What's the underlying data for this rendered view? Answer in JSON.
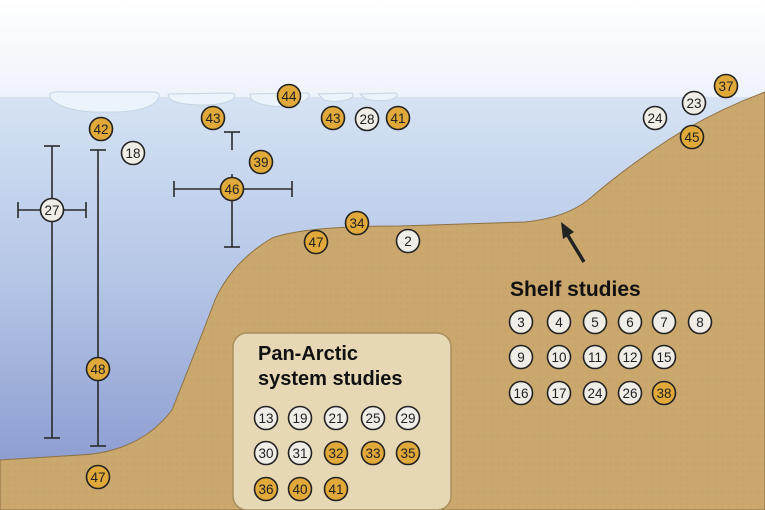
{
  "colors": {
    "marker_highlight": "#E0A93A",
    "marker_plain": "#EFEDE6",
    "marker_outline": "#222222",
    "seabed": "#C9A76D",
    "ice": "#EAF4FA",
    "panel": "#E6D7B5"
  },
  "labels": {
    "shelf": "Shelf studies",
    "pan_arctic_line1": "Pan-Arctic",
    "pan_arctic_line2": "system studies"
  },
  "markers": {
    "surface": [
      {
        "n": "42",
        "highlight": true
      },
      {
        "n": "18",
        "highlight": false
      },
      {
        "n": "27",
        "highlight": false
      },
      {
        "n": "48",
        "highlight": true
      },
      {
        "n": "47",
        "highlight": true
      },
      {
        "n": "43",
        "highlight": true
      },
      {
        "n": "39",
        "highlight": true
      },
      {
        "n": "46",
        "highlight": true
      },
      {
        "n": "44",
        "highlight": true
      },
      {
        "n": "43",
        "highlight": true
      },
      {
        "n": "28",
        "highlight": false
      },
      {
        "n": "41",
        "highlight": true
      },
      {
        "n": "34",
        "highlight": true
      },
      {
        "n": "47",
        "highlight": true
      },
      {
        "n": "2",
        "highlight": false
      },
      {
        "n": "24",
        "highlight": false
      },
      {
        "n": "23",
        "highlight": false
      },
      {
        "n": "37",
        "highlight": true
      },
      {
        "n": "45",
        "highlight": true
      }
    ],
    "shelf": [
      {
        "n": "3",
        "highlight": false
      },
      {
        "n": "4",
        "highlight": false
      },
      {
        "n": "5",
        "highlight": false
      },
      {
        "n": "6",
        "highlight": false
      },
      {
        "n": "7",
        "highlight": false
      },
      {
        "n": "8",
        "highlight": false
      },
      {
        "n": "9",
        "highlight": false
      },
      {
        "n": "10",
        "highlight": false
      },
      {
        "n": "11",
        "highlight": false
      },
      {
        "n": "12",
        "highlight": false
      },
      {
        "n": "15",
        "highlight": false
      },
      {
        "n": "16",
        "highlight": false
      },
      {
        "n": "17",
        "highlight": false
      },
      {
        "n": "24",
        "highlight": false
      },
      {
        "n": "26",
        "highlight": false
      },
      {
        "n": "38",
        "highlight": true
      }
    ],
    "pan_arctic": [
      {
        "n": "13",
        "highlight": false
      },
      {
        "n": "19",
        "highlight": false
      },
      {
        "n": "21",
        "highlight": false
      },
      {
        "n": "25",
        "highlight": false
      },
      {
        "n": "29",
        "highlight": false
      },
      {
        "n": "30",
        "highlight": false
      },
      {
        "n": "31",
        "highlight": false
      },
      {
        "n": "32",
        "highlight": true
      },
      {
        "n": "33",
        "highlight": true
      },
      {
        "n": "35",
        "highlight": true
      },
      {
        "n": "36",
        "highlight": true
      },
      {
        "n": "40",
        "highlight": true
      },
      {
        "n": "41",
        "highlight": true
      }
    ]
  }
}
